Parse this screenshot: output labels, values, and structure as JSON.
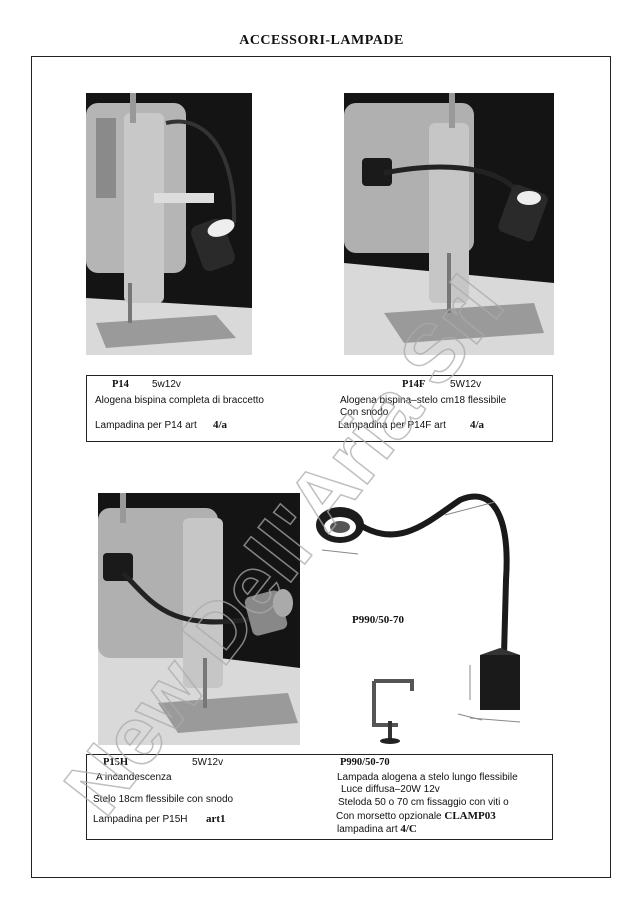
{
  "page_title": "ACCESSORI-LAMPADE",
  "watermark": "New Dell'Aria Srl",
  "top_left": {
    "code": "P14",
    "spec": "5w12v",
    "desc": "Alogena bispina completa di braccetto",
    "bulb_label": "Lampadina per P14  art",
    "bulb_art": "4/a"
  },
  "top_right": {
    "code": "P14F",
    "spec": "5W12v",
    "desc1": "Alogena bispina–stelo cm18 flessibile",
    "desc2": "Con snodo",
    "bulb_label": "Lampadina per P14F     art",
    "bulb_art": "4/a"
  },
  "bottom_left": {
    "code": "P15H",
    "spec": "5W12v",
    "desc1": "A incandescenza",
    "desc2": "Stelo 18cm flessibile con snodo",
    "bulb_label": "Lampadina per P15H",
    "bulb_art": "art1"
  },
  "bottom_right": {
    "image_label": "P990/50-70",
    "code": "P990/50-70",
    "line1": "Lampada alogena a stelo lungo flessibile",
    "line2": "Luce diffusa–20W 12v",
    "line3": "Steloda 50 o 70 cm fissaggio con viti o",
    "line4_prefix": "Con morsetto opzionale",
    "line4_code": "CLAMP03",
    "line5_prefix": "lampadina  art",
    "line5_art": "4/C"
  },
  "colors": {
    "photo_bg": "#111111",
    "machine": "#b8b8b8",
    "table": "#d8d8d8"
  }
}
